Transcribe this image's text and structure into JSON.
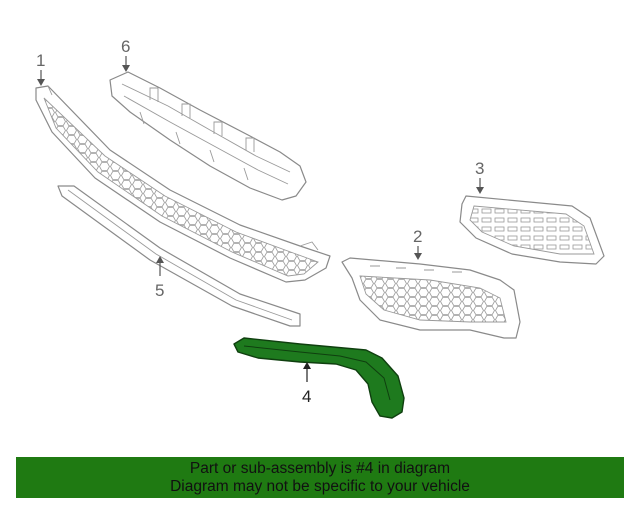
{
  "diagram": {
    "callouts": [
      {
        "id": "1",
        "label": "1"
      },
      {
        "id": "2",
        "label": "2"
      },
      {
        "id": "3",
        "label": "3"
      },
      {
        "id": "4",
        "label": "4"
      },
      {
        "id": "5",
        "label": "5"
      },
      {
        "id": "6",
        "label": "6"
      }
    ],
    "highlighted_part": "4",
    "highlight_color": "#1f7a12",
    "line_color": "#8a8a8a"
  },
  "banner": {
    "line1": "Part or sub-assembly is #4 in diagram",
    "line2": "Diagram may not be specific to your vehicle",
    "background": "#1f7a12"
  }
}
